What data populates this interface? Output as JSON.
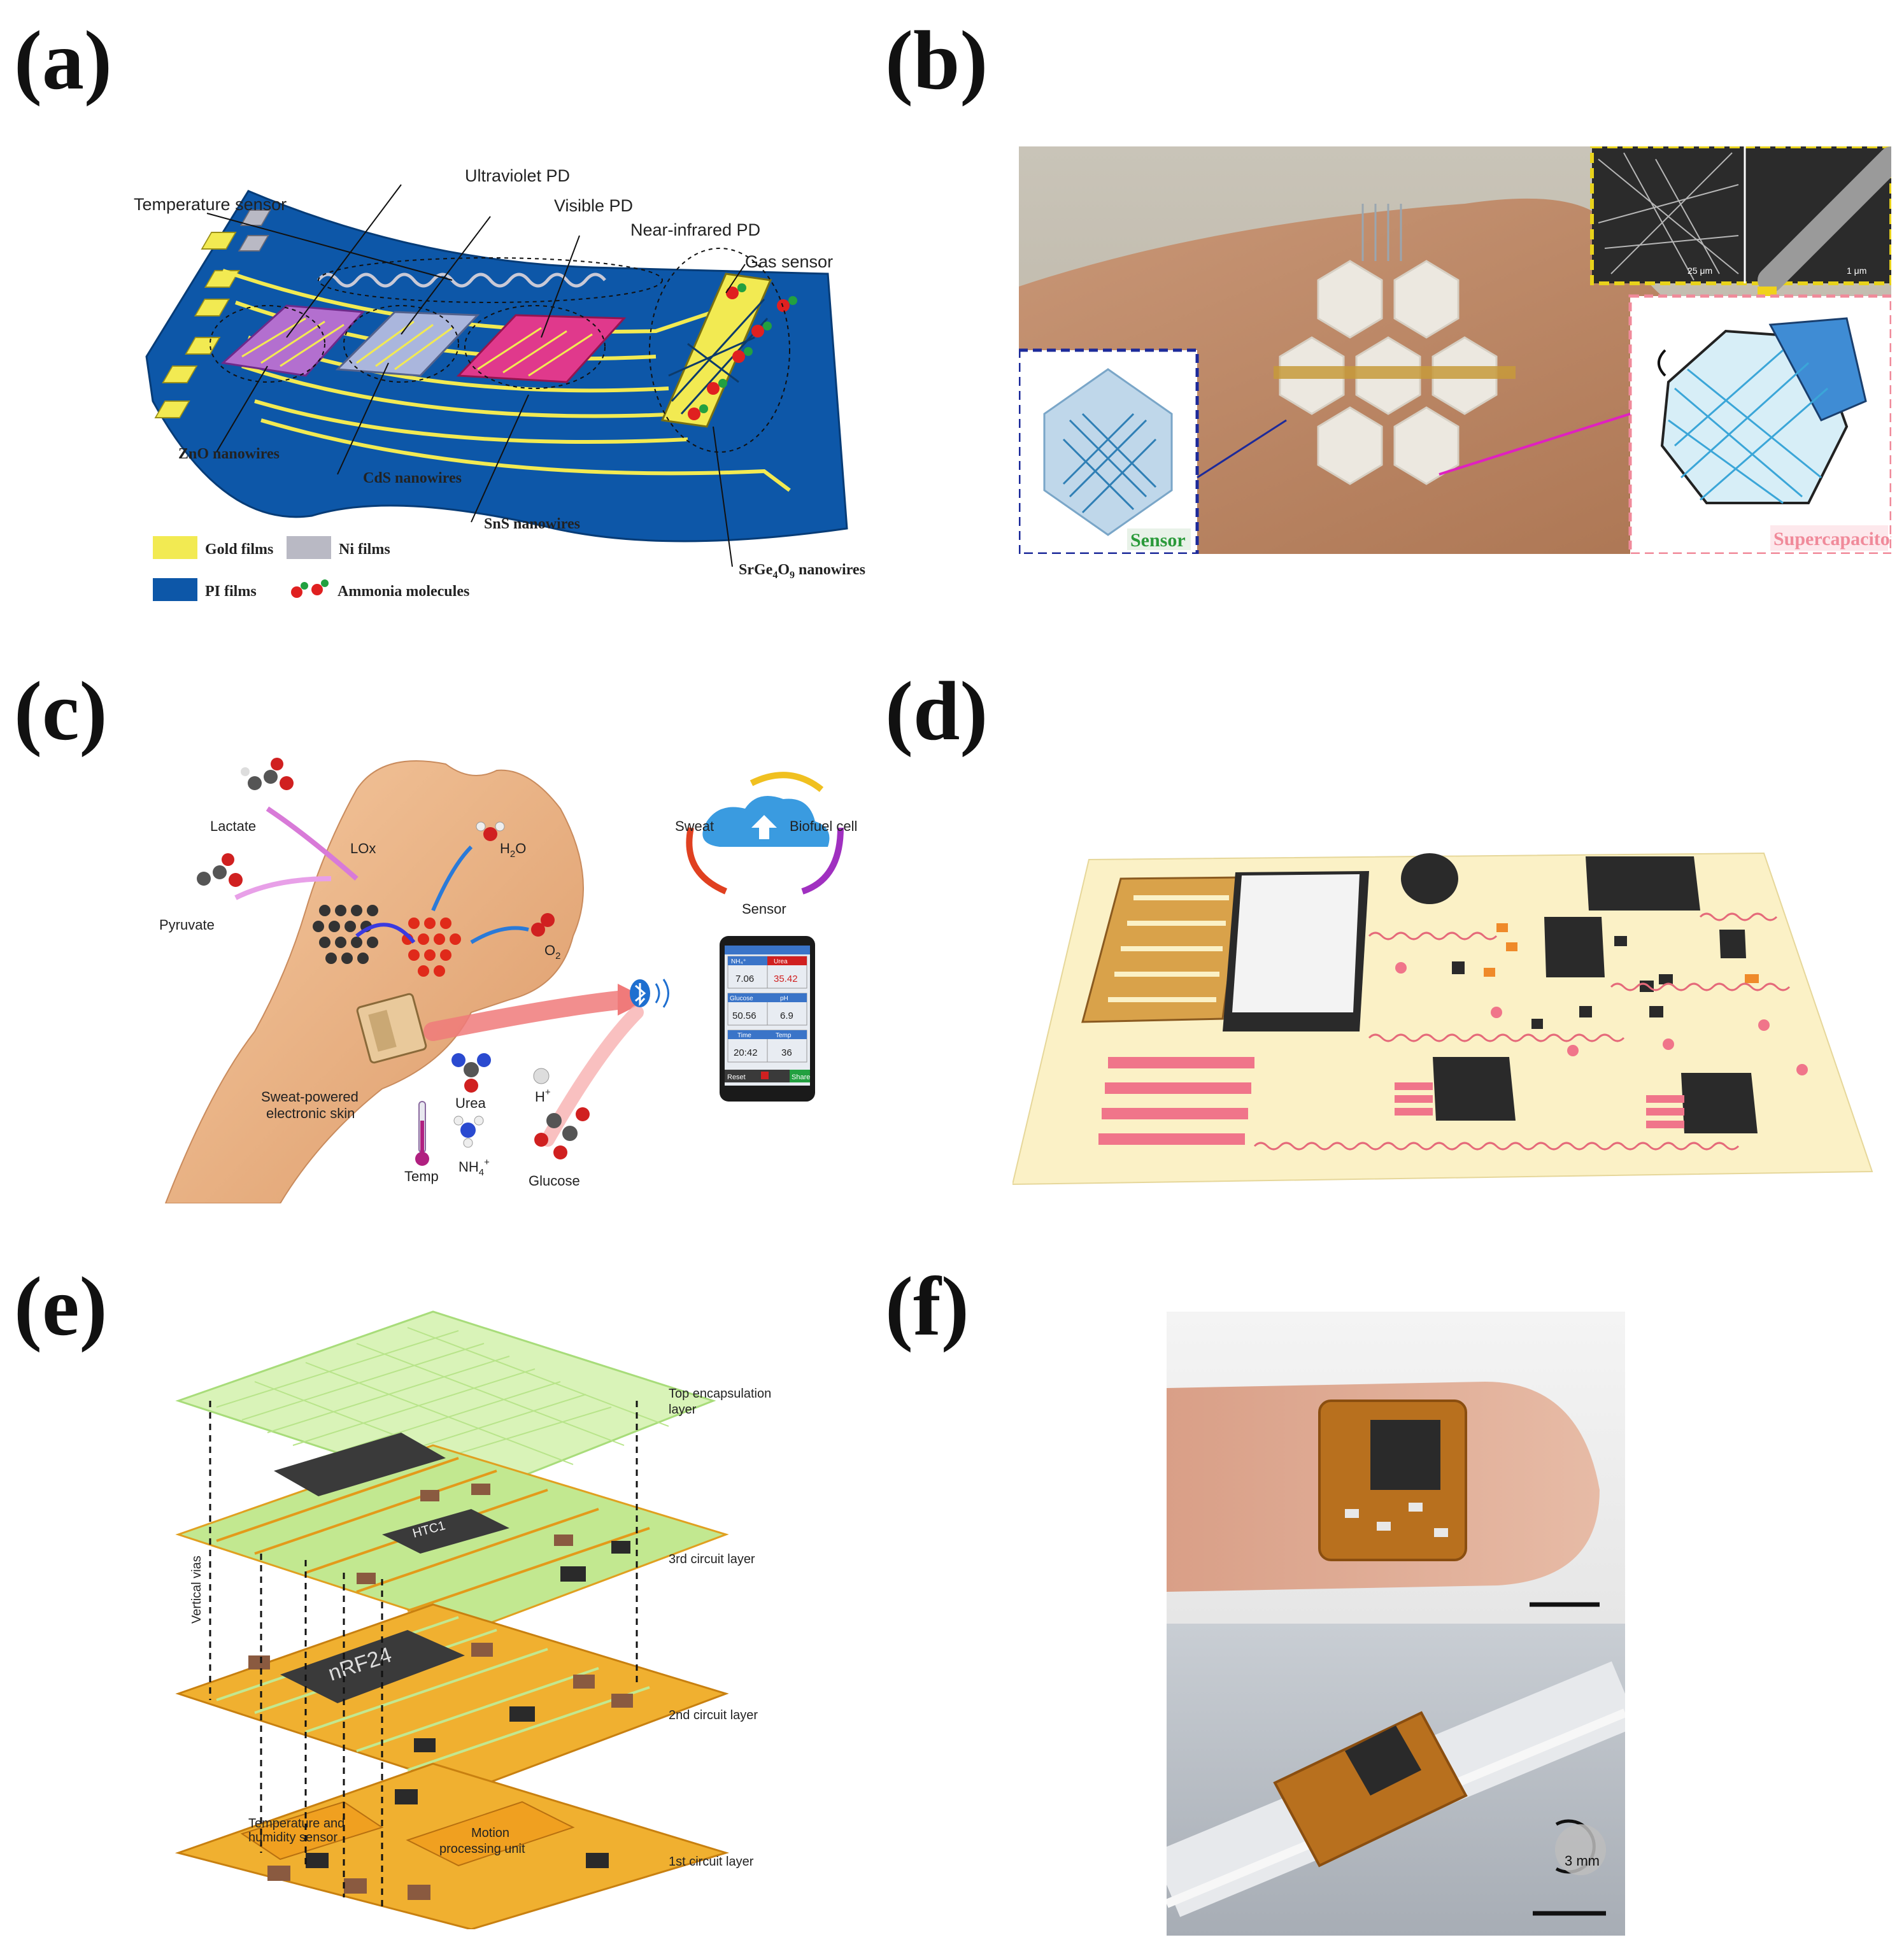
{
  "panels": {
    "a": {
      "letter": "(a)",
      "labels": {
        "temp_sensor": "Temperature sensor",
        "uv_pd": "Ultraviolet PD",
        "visible_pd": "Visible PD",
        "nir_pd": "Near-infrared PD",
        "gas_sensor": "Gas sensor",
        "zno": "ZnO nanowires",
        "cds": "CdS nanowires",
        "sns": "SnS nanowires",
        "srgeo_main": "SrGe",
        "srgeo_sub1": "4",
        "srgeo_mid": "O",
        "srgeo_sub2": "9",
        "srgeo_tail": " nanowires"
      },
      "legend": {
        "gold": "Gold films",
        "ni": "Ni films",
        "pi": "PI films",
        "ammonia": "Ammonia molecules"
      }
    },
    "b": {
      "letter": "(b)",
      "labels": {
        "sensor": "Sensor",
        "supercap": "Supercapacitors",
        "scale1": "25 μm",
        "scale2": "1 μm"
      }
    },
    "c": {
      "letter": "(c)",
      "labels": {
        "lactate": "Lactate",
        "lox": "LOx",
        "pyruvate": "Pyruvate",
        "h2o": "H",
        "h2o_sub": "2",
        "h2o_tail": "O",
        "o2": "O",
        "o2_sub": "2",
        "sweat": "Sweat",
        "biofuel": "Biofuel cell",
        "sensor": "Sensor",
        "eskin_1": "Sweat-powered",
        "eskin_2": "electronic skin",
        "urea": "Urea",
        "hplus": "H",
        "hplus_sup": "+",
        "temp": "Temp",
        "nh4": "NH",
        "nh4_sub": "4",
        "nh4_sup": "+",
        "glucose": "Glucose"
      },
      "phone": {
        "rows": [
          {
            "h1": "NH₄⁺",
            "h2": "Urea",
            "v1": "7.06",
            "v2": "35.42"
          },
          {
            "h1": "Glucose",
            "h2": "pH",
            "v1": "50.56",
            "v2": "6.9"
          },
          {
            "h1": "Time",
            "h2": "Temp",
            "v1": "20:42",
            "v2": "36"
          }
        ],
        "reset": "Reset",
        "share": "Share"
      }
    },
    "d": {
      "letter": "(d)"
    },
    "e": {
      "letter": "(e)",
      "labels": {
        "top_layer_1": "Top encapsulation",
        "top_layer_2": "layer",
        "third": "3rd circuit layer",
        "second": "2nd circuit layer",
        "first": "1st circuit layer",
        "vias": "Vertical vias",
        "th_1": "Temperature and",
        "th_2": "humidity sensor",
        "mp_1": "Motion",
        "mp_2": "processing unit",
        "chip1": "nRF24",
        "chip2": "HTC1"
      }
    },
    "f": {
      "letter": "(f)",
      "labels": {
        "scale": "3 mm"
      }
    }
  }
}
